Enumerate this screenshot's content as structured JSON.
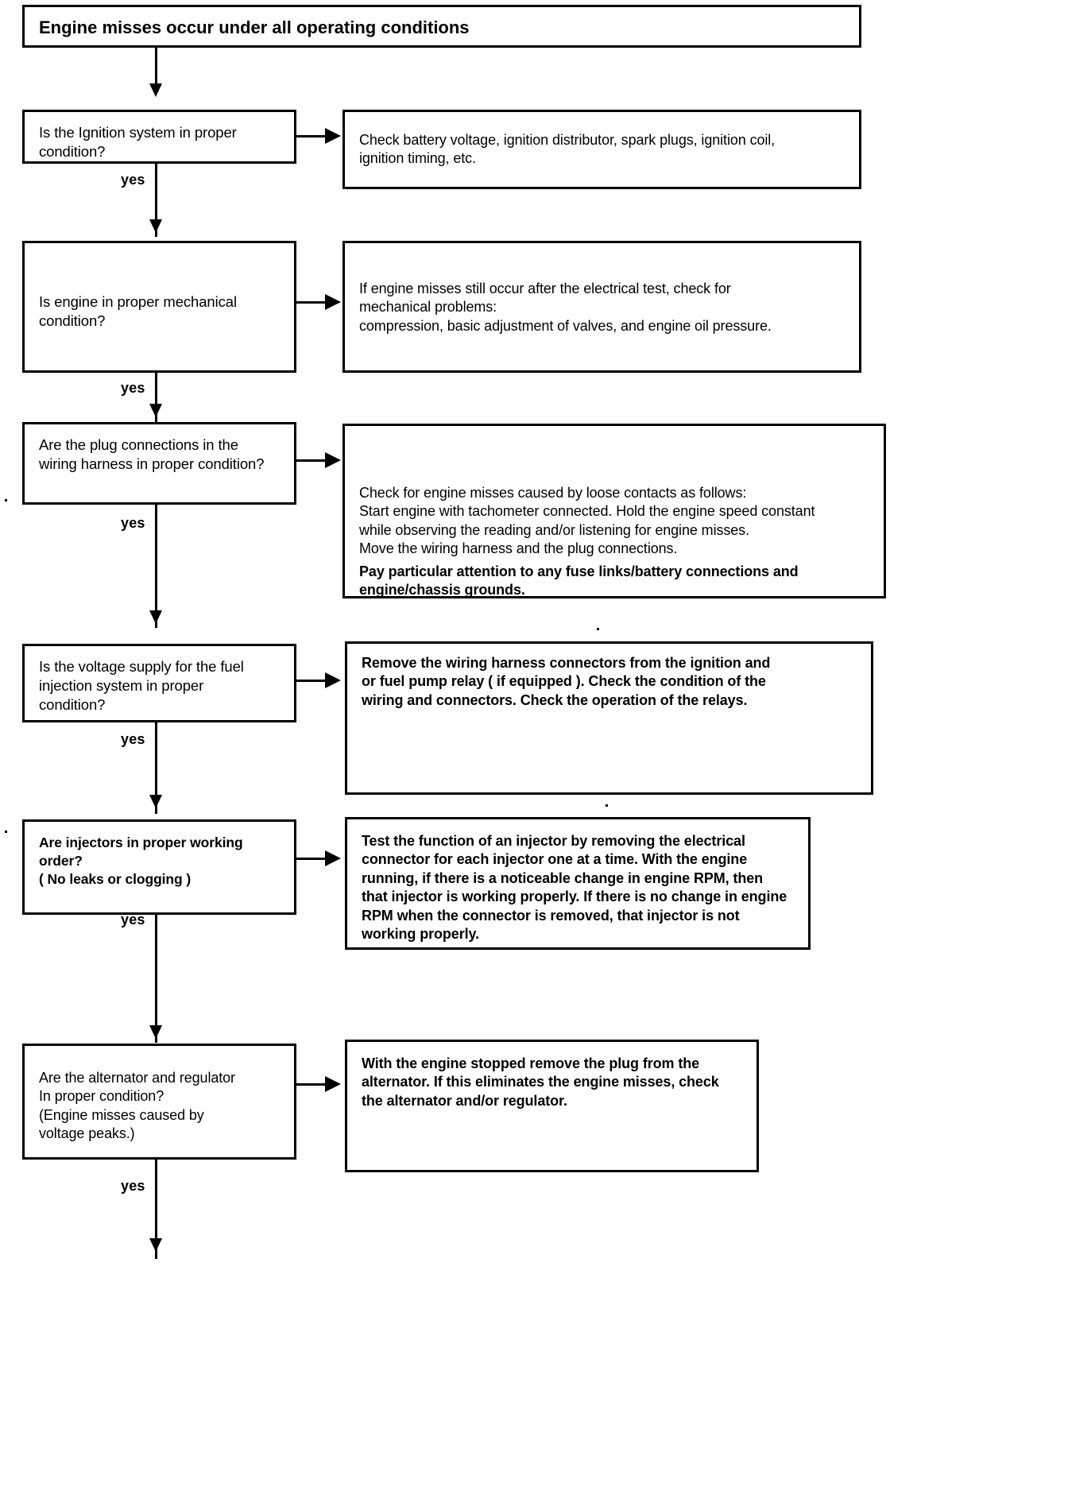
{
  "diagram": {
    "title": "Engine misses occur under all operating conditions",
    "yes_label": "yes",
    "steps": [
      {
        "question": "Is the Ignition system in proper\ncondition?",
        "action": "Check battery voltage, ignition distributor, spark plugs, ignition coil,\nignition timing, etc.",
        "action_bold": false
      },
      {
        "question": "Is engine in proper mechanical\ncondition?",
        "action": "If engine misses still occur after the electrical test, check for\nmechanical problems:\ncompression, basic adjustment of valves, and engine oil pressure.",
        "action_bold": false
      },
      {
        "question": "Are the plug connections in the\nwiring harness in proper condition?",
        "action": "Check for engine misses caused by loose contacts as follows:\nStart engine with tachometer connected. Hold the engine speed constant\nwhile observing the reading and/or listening for engine misses.\nMove the wiring harness and the plug connections.",
        "action_emphasis": "Pay particular attention to any fuse links/battery connections and\nengine/chassis grounds.",
        "action_bold": false
      },
      {
        "question": "Is the voltage supply for the fuel\ninjection system in proper\ncondition?",
        "action": "Remove the wiring harness connectors from the ignition and\nor fuel pump relay ( if equipped ). Check the condition of the\nwiring and connectors. Check the operation of the relays.",
        "action_bold": true
      },
      {
        "question": "Are injectors in proper working order?\n( No leaks or clogging )",
        "question_bold": true,
        "action": "Test the function of an injector by removing the electrical\nconnector for each injector one at a time. With the engine\nrunning, if there is a noticeable change in engine RPM, then\nthat injector is working properly. If there is no change in engine\nRPM when the connector is removed, that injector is not\nworking properly.",
        "action_bold": true
      },
      {
        "question": "Are the alternator and regulator\nIn proper condition?\n(Engine misses caused by\nvoltage peaks.)",
        "action": "With the engine stopped remove the plug from the\nalternator. If this eliminates the engine misses, check\nthe alternator and/or regulator.",
        "action_bold": true
      }
    ]
  }
}
